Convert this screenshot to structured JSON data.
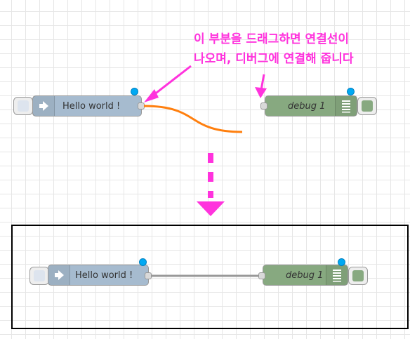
{
  "annotation": {
    "line1": "이 부분을 드래그하면 연결선이",
    "line2": "나오며, 디버그에 연결해 줍니다",
    "color": "#ff33dd"
  },
  "before": {
    "inject_node": {
      "label": "Hello world !",
      "icon": "arrow-right-icon",
      "color": "#a6bbcf"
    },
    "debug_node": {
      "label": "debug 1",
      "icon": "list-lines-icon",
      "color": "#87a980"
    },
    "wire_color": "#ff7f0e"
  },
  "after": {
    "inject_node": {
      "label": "Hello world !",
      "icon": "arrow-right-icon",
      "color": "#a6bbcf"
    },
    "debug_node": {
      "label": "debug 1",
      "icon": "list-lines-icon",
      "color": "#87a980"
    },
    "wire_color": "#888888"
  }
}
